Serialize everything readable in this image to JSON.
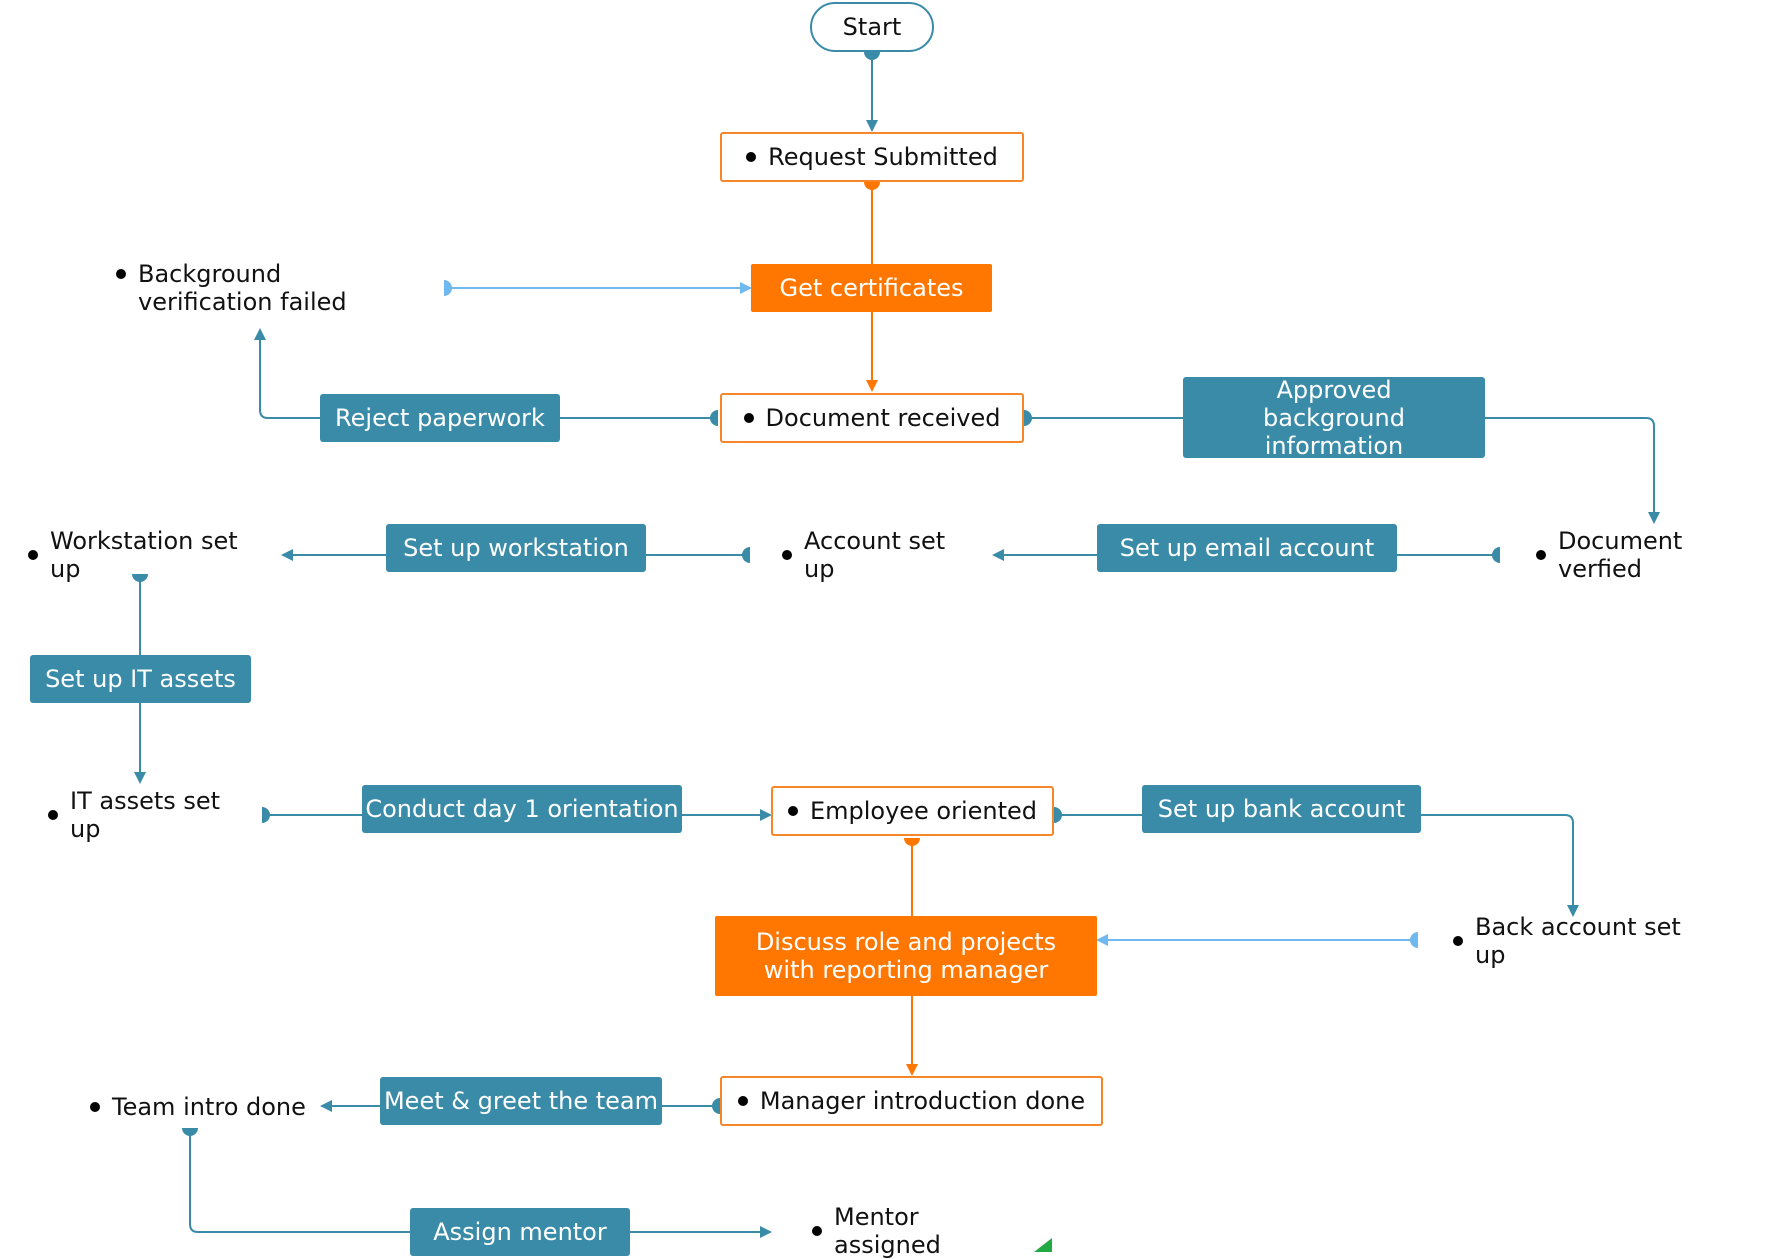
{
  "colors": {
    "teal": "#3A8BA8",
    "orange": "#FF7700",
    "orange_border": "#F5862A",
    "light_blue": "#6FB8F0",
    "text": "#111111"
  },
  "start": {
    "label": "Start"
  },
  "states": {
    "request_submitted": "Request Submitted",
    "background_failed": "Background verification failed",
    "document_received": "Document received",
    "document_verified": "Document verfied",
    "account_set_up": "Account set up",
    "workstation_set_up": "Workstation set up",
    "it_assets_set_up": "IT assets set up",
    "employee_oriented": "Employee oriented",
    "bank_account_set_up": "Back account set up",
    "manager_intro_done": "Manager introduction done",
    "team_intro_done": "Team intro done",
    "mentor_assigned": "Mentor assigned"
  },
  "actions": {
    "get_certificates": "Get certificates",
    "reject_paperwork": "Reject paperwork",
    "approved_background": "Approved background information",
    "set_up_email": "Set up email account",
    "set_up_workstation": "Set up workstation",
    "set_up_it_assets": "Set up IT assets",
    "day1_orientation": "Conduct day 1 orientation",
    "set_up_bank": "Set up bank account",
    "discuss_role": "Discuss role and projects with reporting manager",
    "meet_greet": "Meet & greet the team",
    "assign_mentor": "Assign mentor"
  }
}
